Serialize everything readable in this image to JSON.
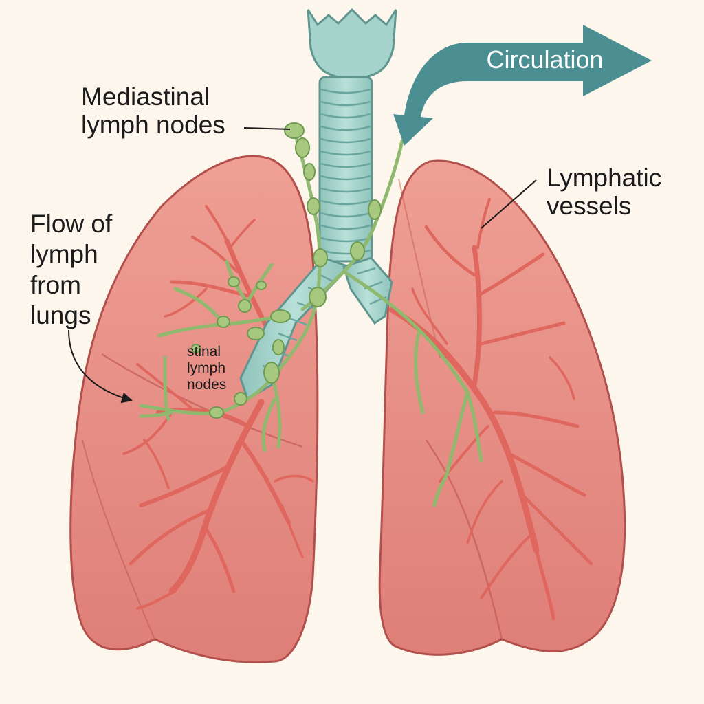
{
  "labels": {
    "mediastinal_line1": "Mediastinal",
    "mediastinal_line2": "lymph nodes",
    "flow_line1": "Flow of",
    "flow_line2": "lymph",
    "flow_line3": "from",
    "flow_line4": "lungs",
    "lymphatic_line1": "Lymphatic",
    "lymphatic_line2": "vessels",
    "inner_line1": "stinal",
    "inner_line2": "lymph",
    "inner_line3": "nodes",
    "circulation": "Circulation"
  },
  "colors": {
    "background": "#fcf6ec",
    "lung_fill": "#e79088",
    "lung_outline": "#b4504c",
    "vessel_red": "#e0675e",
    "trachea_fill": "#a5d3cb",
    "trachea_outline": "#5f9690",
    "lymph_green": "#8fb96e",
    "node_green": "#a6c97f",
    "arrow_teal": "#4b8f93"
  }
}
